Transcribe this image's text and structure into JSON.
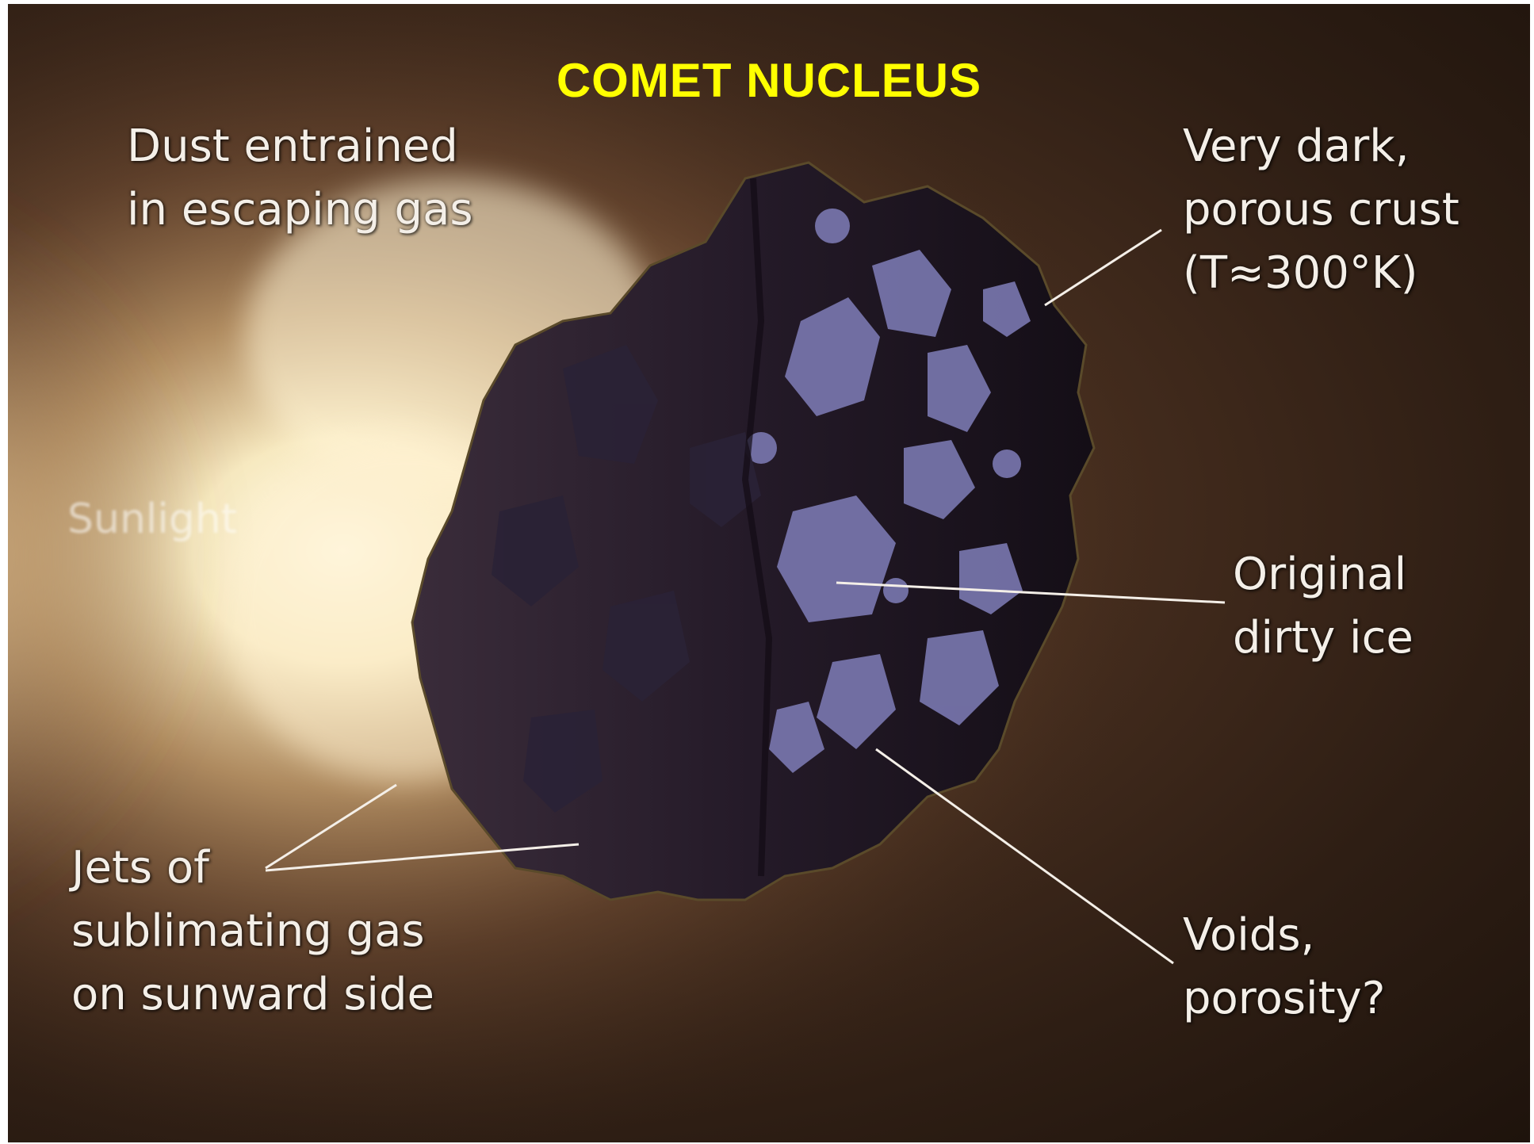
{
  "title": "COMET NUCLEUS",
  "labels": {
    "dust": [
      "Dust entrained",
      "in escaping gas"
    ],
    "crust": [
      "Very dark,",
      "porous crust",
      "(T≈300°K)"
    ],
    "ice": [
      "Original",
      "dirty ice"
    ],
    "jets": [
      "Jets of",
      "sublimating gas",
      "on sunward side"
    ],
    "voids": [
      "Voids,",
      "porosity?"
    ],
    "sunlight": "Sunlight"
  },
  "colors": {
    "title": "#ffff00",
    "label_text": "#f4efe8",
    "background": "#3a2618",
    "nucleus_dark": "#1e1624",
    "ice": "#7a78b0"
  }
}
